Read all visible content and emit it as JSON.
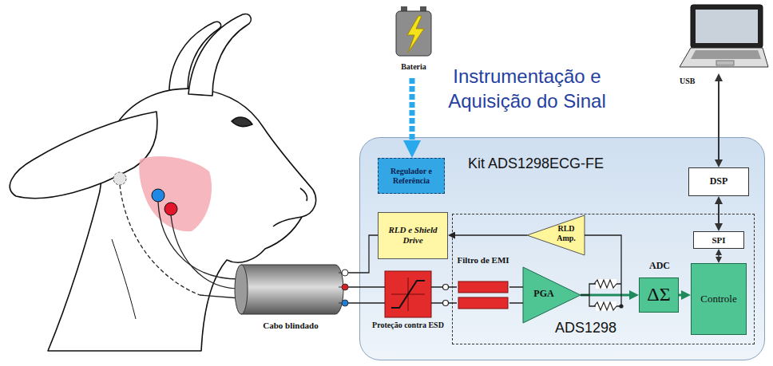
{
  "diagram": {
    "title": "Instrumentação e Aquisição do Sinal",
    "nodes": [
      {
        "text": [
          "Kit ADS1298ECG-FE"
        ]
      },
      {
        "text": [
          "Bateria"
        ]
      },
      {
        "text": [
          "Regulador e Referência"
        ],
        "in": 0
      },
      {
        "text": [
          "RLD e Shield Drive"
        ],
        "in": 0
      },
      {
        "text": [
          "Proteção contra ESD"
        ],
        "in": 0
      },
      {
        "text": [
          "ADS1298"
        ],
        "in": 0
      },
      {
        "text": [
          "Filtro de EMI"
        ],
        "in": 5
      },
      {
        "text": [
          "RLD Amp."
        ],
        "in": 5
      },
      {
        "text": [
          "PGA"
        ],
        "in": 5
      },
      {
        "text": [
          "ADC",
          "ΔΣ"
        ],
        "in": 5
      },
      {
        "text": [
          "Controle"
        ],
        "in": 5
      },
      {
        "text": [
          "SPI"
        ],
        "in": 5
      },
      {
        "text": [
          "DSP"
        ],
        "in": 0
      },
      {
        "text": [
          "USB"
        ]
      },
      {
        "text": [
          "Cabo blindado"
        ]
      }
    ],
    "edges": [
      {
        "from": 1,
        "to": 2,
        "arrow": "to"
      },
      {
        "from": 13,
        "to": 12,
        "arrow": "both"
      },
      {
        "from": 12,
        "to": 11,
        "arrow": "both"
      },
      {
        "from": 11,
        "to": 10,
        "arrow": "both"
      },
      {
        "from": 14,
        "to": 3,
        "arrow": "none"
      },
      {
        "from": 14,
        "to": 4,
        "arrow": "none"
      },
      {
        "from": 4,
        "to": 6,
        "arrow": "none"
      },
      {
        "from": 6,
        "to": 8,
        "arrow": "none"
      },
      {
        "from": 8,
        "to": 9,
        "arrow": "to"
      },
      {
        "from": 9,
        "to": 10,
        "arrow": "to"
      },
      {
        "from": 7,
        "to": 3,
        "arrow": "to"
      },
      {
        "from": 8,
        "to": 7,
        "arrow": "none"
      }
    ]
  }
}
